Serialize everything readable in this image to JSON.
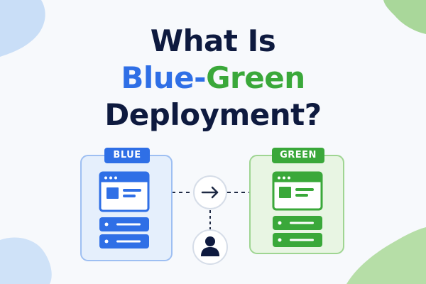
{
  "title": {
    "line1": "What Is",
    "line2_blue": "Blue",
    "line2_hyphen": "-",
    "line2_green": "Green",
    "line3": "Deployment?"
  },
  "environments": {
    "blue": {
      "label": "BLUE",
      "color": "#2f6fe6"
    },
    "green": {
      "label": "GREEN",
      "color": "#3aa83a"
    }
  },
  "icons": {
    "switch": "arrow-right-icon",
    "user": "user-icon",
    "app": "browser-window-icon",
    "server": "server-stack-icon"
  },
  "colors": {
    "title": "#0e1a3f",
    "background": "#f7f9fc",
    "connector": "#1f2a44"
  }
}
